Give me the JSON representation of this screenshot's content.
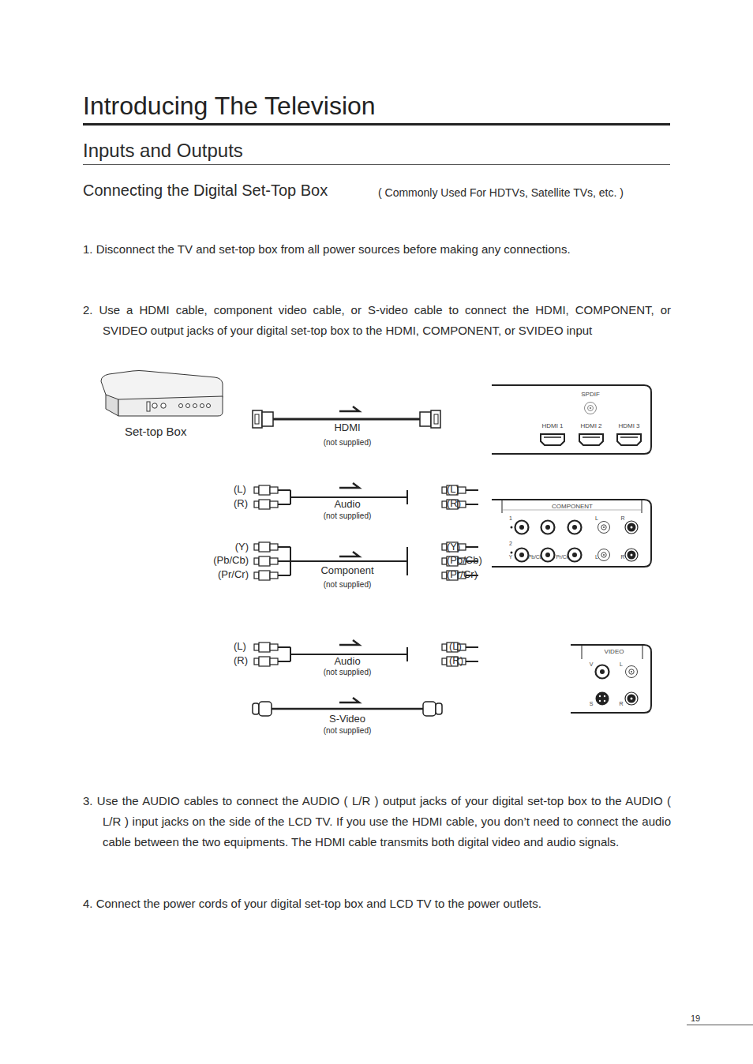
{
  "diagram": {
    "title": "Introducing The Television",
    "nodes": [
      {
        "text": [
          "SPDIF",
          "HDMI 1",
          "HDMI 2",
          "HDMI 3"
        ]
      },
      {
        "text": [
          "COMPONENT",
          "1",
          "2",
          "Y",
          "Pb/Cb",
          "Pr/Cr",
          "L",
          "R",
          "L",
          "R"
        ]
      },
      {
        "text": [
          "VIDEO",
          "V",
          "L",
          "S",
          "R"
        ]
      }
    ],
    "labels": [
      "Inputs and Outputs",
      "Connecting the Digital Set-Top Box",
      "( Commonly Used For HDTVs, Satellite TVs, etc. )",
      "1.  Disconnect the TV and set-top box from all power sources before making any connections.",
      "2.  Use a HDMI cable, component video cable, or S-video cable to connect the HDMI, COMPONENT, or SVIDEO output jacks of your digital set-top box to the HDMI, COMPONENT, or SVIDEO input",
      "3. Use the AUDIO cables to connect the AUDIO ( L/R ) output jacks of your digital set-top box to the AUDIO ( L/R ) input jacks on the side of the LCD TV. If you use the HDMI cable, you don’t need to connect the audio cable between the two equipments. The HDMI cable transmits both digital video and audio signals.",
      "4. Connect the power cords of your digital set-top box and LCD TV to the power outlets.",
      "Set-top Box",
      "HDMI",
      "(not supplied)",
      "(L)",
      "(R)",
      "Audio",
      "(not supplied)",
      "(L)",
      "(R)",
      "(Y)",
      "(Pb/Cb)",
      "(Pr/Cr)",
      "Component",
      "(not supplied)",
      "(Y)",
      "(Pb/Cb)",
      "(Pr/Cr)",
      "(L)",
      "(R)",
      "Audio",
      "(not supplied)",
      "(L)",
      "(R)",
      "S-Video",
      "(not supplied)",
      "19"
    ]
  }
}
